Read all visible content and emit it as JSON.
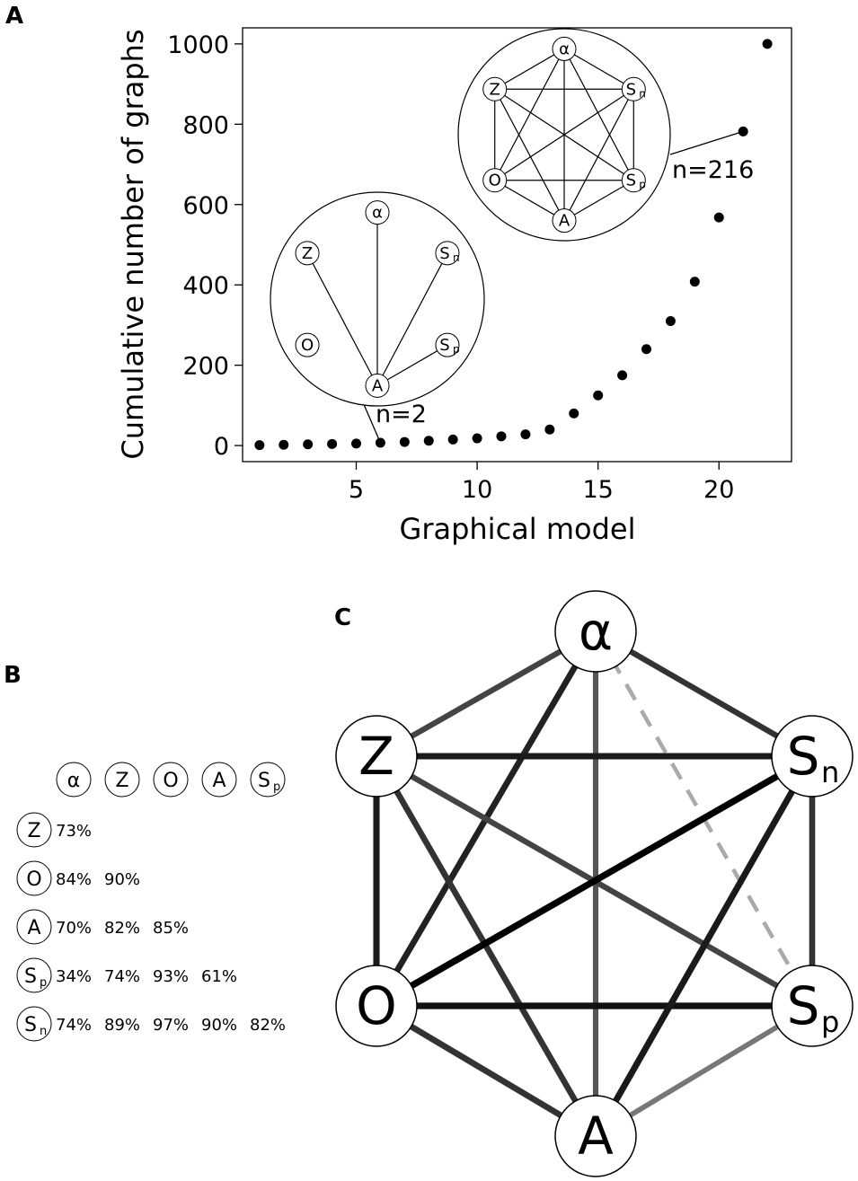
{
  "panels": {
    "a": "A",
    "b": "B",
    "c": "C"
  },
  "chart_data": {
    "type": "scatter",
    "xlabel": "Graphical model",
    "ylabel": "Cumulative number of graphs",
    "xlim": [
      0.3,
      23
    ],
    "ylim": [
      -40,
      1040
    ],
    "xticks": [
      5,
      10,
      15,
      20
    ],
    "yticks": [
      0,
      200,
      400,
      600,
      800,
      1000
    ],
    "grid": false,
    "x": [
      1,
      2,
      3,
      4,
      5,
      6,
      7,
      8,
      9,
      10,
      11,
      12,
      13,
      14,
      15,
      16,
      17,
      18,
      19,
      20,
      21,
      22
    ],
    "y": [
      1,
      2,
      3,
      4,
      5,
      7,
      9,
      12,
      15,
      18,
      23,
      28,
      40,
      80,
      125,
      175,
      240,
      310,
      408,
      568,
      782,
      1000
    ],
    "annotations": [
      {
        "label": "n=2",
        "point_index": 5
      },
      {
        "label": "n=216",
        "point_index": 20
      }
    ]
  },
  "inset_small": {
    "nodes": [
      {
        "id": "alpha",
        "main": "α",
        "sub": ""
      },
      {
        "id": "Z",
        "main": "Z",
        "sub": ""
      },
      {
        "id": "Sn",
        "main": "S",
        "sub": "n"
      },
      {
        "id": "O",
        "main": "O",
        "sub": ""
      },
      {
        "id": "Sp",
        "main": "S",
        "sub": "p"
      },
      {
        "id": "A",
        "main": "A",
        "sub": ""
      }
    ],
    "edges": [
      [
        "A",
        "alpha"
      ],
      [
        "A",
        "Z"
      ],
      [
        "A",
        "Sn"
      ],
      [
        "A",
        "Sp"
      ]
    ]
  },
  "inset_large": {
    "nodes": [
      {
        "id": "alpha",
        "main": "α",
        "sub": ""
      },
      {
        "id": "Z",
        "main": "Z",
        "sub": ""
      },
      {
        "id": "Sn",
        "main": "S",
        "sub": "n"
      },
      {
        "id": "O",
        "main": "O",
        "sub": ""
      },
      {
        "id": "Sp",
        "main": "S",
        "sub": "p"
      },
      {
        "id": "A",
        "main": "A",
        "sub": ""
      }
    ],
    "edges": [
      [
        "alpha",
        "Z"
      ],
      [
        "alpha",
        "Sn"
      ],
      [
        "alpha",
        "Sp"
      ],
      [
        "alpha",
        "O"
      ],
      [
        "alpha",
        "A"
      ],
      [
        "Z",
        "Sn"
      ],
      [
        "Z",
        "Sp"
      ],
      [
        "Z",
        "O"
      ],
      [
        "Sn",
        "O"
      ],
      [
        "Sn",
        "Sp"
      ],
      [
        "Sn",
        "A"
      ],
      [
        "O",
        "Sp"
      ],
      [
        "O",
        "A"
      ],
      [
        "Sp",
        "A"
      ],
      [
        "Z",
        "A"
      ]
    ]
  },
  "panel_b": {
    "columns": [
      {
        "main": "α",
        "sub": ""
      },
      {
        "main": "Z",
        "sub": ""
      },
      {
        "main": "O",
        "sub": ""
      },
      {
        "main": "A",
        "sub": ""
      },
      {
        "main": "S",
        "sub": "p"
      }
    ],
    "rows": [
      {
        "main": "Z",
        "sub": "",
        "values": [
          "73%"
        ]
      },
      {
        "main": "O",
        "sub": "",
        "values": [
          "84%",
          "90%"
        ]
      },
      {
        "main": "A",
        "sub": "",
        "values": [
          "70%",
          "82%",
          "85%"
        ]
      },
      {
        "main": "S",
        "sub": "p",
        "values": [
          "34%",
          "74%",
          "93%",
          "61%"
        ]
      },
      {
        "main": "S",
        "sub": "n",
        "values": [
          "74%",
          "89%",
          "97%",
          "90%",
          "82%"
        ]
      }
    ]
  },
  "panel_c": {
    "nodes": [
      {
        "id": "alpha",
        "main": "α",
        "sub": ""
      },
      {
        "id": "Z",
        "main": "Z",
        "sub": ""
      },
      {
        "id": "Sn",
        "main": "S",
        "sub": "n"
      },
      {
        "id": "O",
        "main": "O",
        "sub": ""
      },
      {
        "id": "Sp",
        "main": "S",
        "sub": "p"
      },
      {
        "id": "A",
        "main": "A",
        "sub": ""
      }
    ],
    "edges": [
      {
        "from": "alpha",
        "to": "Z",
        "color": "#444444",
        "strength": 0.73,
        "dashed": false
      },
      {
        "from": "alpha",
        "to": "Sn",
        "color": "#333333",
        "strength": 0.74,
        "dashed": false
      },
      {
        "from": "alpha",
        "to": "O",
        "color": "#222222",
        "strength": 0.84,
        "dashed": false
      },
      {
        "from": "alpha",
        "to": "A",
        "color": "#555555",
        "strength": 0.7,
        "dashed": false
      },
      {
        "from": "alpha",
        "to": "Sp",
        "color": "#aaaaaa",
        "strength": 0.34,
        "dashed": true
      },
      {
        "from": "Z",
        "to": "Sn",
        "color": "#1a1a1a",
        "strength": 0.89,
        "dashed": false
      },
      {
        "from": "Z",
        "to": "O",
        "color": "#1a1a1a",
        "strength": 0.9,
        "dashed": false
      },
      {
        "from": "Z",
        "to": "A",
        "color": "#333333",
        "strength": 0.82,
        "dashed": false
      },
      {
        "from": "Z",
        "to": "Sp",
        "color": "#444444",
        "strength": 0.74,
        "dashed": false
      },
      {
        "from": "O",
        "to": "Sn",
        "color": "#000000",
        "strength": 0.97,
        "dashed": false
      },
      {
        "from": "O",
        "to": "Sp",
        "color": "#111111",
        "strength": 0.93,
        "dashed": false
      },
      {
        "from": "O",
        "to": "A",
        "color": "#333333",
        "strength": 0.85,
        "dashed": false
      },
      {
        "from": "Sn",
        "to": "Sp",
        "color": "#333333",
        "strength": 0.82,
        "dashed": false
      },
      {
        "from": "Sn",
        "to": "A",
        "color": "#1a1a1a",
        "strength": 0.9,
        "dashed": false
      },
      {
        "from": "Sp",
        "to": "A",
        "color": "#777777",
        "strength": 0.61,
        "dashed": false
      }
    ]
  }
}
